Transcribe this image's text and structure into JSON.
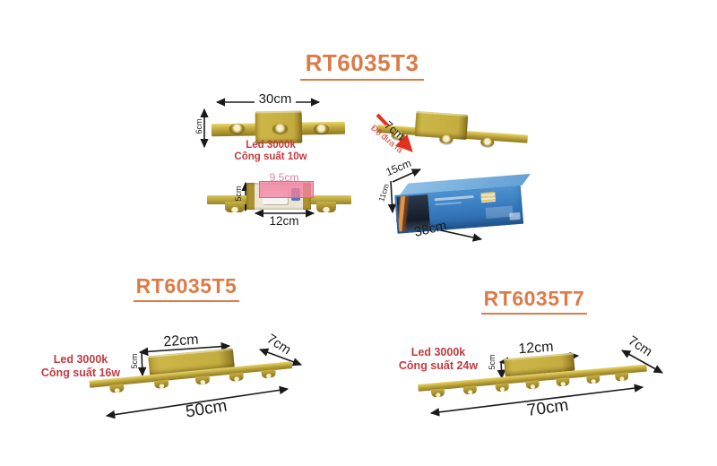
{
  "products": {
    "t3": {
      "title": "RT6035T3",
      "led": "Led 3000k",
      "power": "Công suất 10w",
      "front_width": "30cm",
      "front_height": "6cm",
      "protrusion": "7cm",
      "protrusion_label": "Độ đưa ra",
      "back_plate_width": "9,5cm",
      "back_bracket_width": "12cm",
      "back_height": "5cm",
      "box_depth": "15cm",
      "box_height": "11cm",
      "box_length": "38cm"
    },
    "t5": {
      "title": "RT6035T5",
      "led": "Led 3000k",
      "power": "Công suất 16w",
      "center_width": "22cm",
      "center_height": "5cm",
      "depth": "7cm",
      "length": "50cm"
    },
    "t7": {
      "title": "RT6035T7",
      "led": "Led 3000k",
      "power": "Công suất 24w",
      "center_width": "12cm",
      "center_height": "5cm",
      "depth": "7cm",
      "length": "70cm"
    }
  },
  "colors": {
    "title_orange": "#DC7B47",
    "spec_red": "#C43A40",
    "dim_pink": "#E77F9E",
    "arrow_black": "#1A1A1A",
    "arrow_red": "#E0301E",
    "lamp_gold": "#C2AA3E",
    "package_blue": "#3578BD",
    "background": "#FFFFFF"
  }
}
